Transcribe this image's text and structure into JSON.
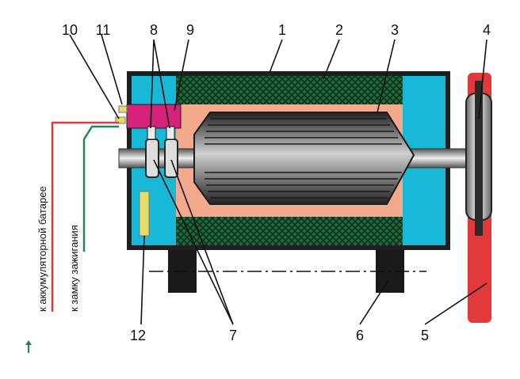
{
  "diagram": {
    "callouts": [
      "1",
      "2",
      "3",
      "4",
      "5",
      "6",
      "7",
      "8",
      "9",
      "10",
      "11",
      "12"
    ],
    "wire_labels": {
      "battery": "к аккумуляторной батарее",
      "ignition": "к замку зажигания"
    }
  },
  "colors": {
    "housing": "#1f1f1f",
    "end_cap": "#19b8d6",
    "winding": "#1f6b3c",
    "insulation": "#f3a98b",
    "brush_holder": "#d6237a",
    "bracket": "#e23a3a",
    "battery_wire": "#e23a3a",
    "ignition_wire": "#1e8a52",
    "terminal": "#e7dd6a"
  }
}
